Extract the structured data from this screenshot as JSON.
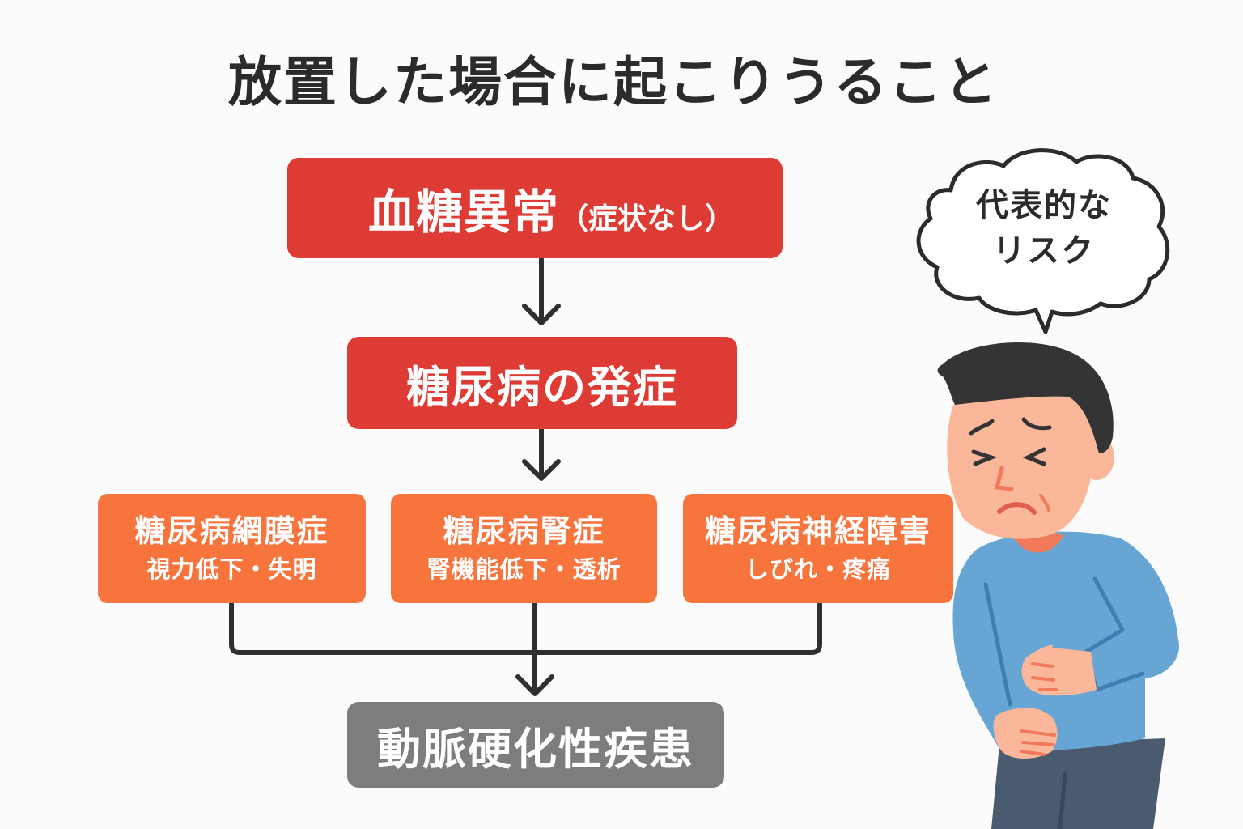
{
  "title": "放置した場合に起こりうること",
  "flow": {
    "step1": {
      "main": "血糖異常",
      "sub": "（症状なし）",
      "color": "#df3b35"
    },
    "step2": {
      "label": "糖尿病の発症",
      "color": "#df3b35"
    },
    "complications": [
      {
        "name": "糖尿病網膜症",
        "desc": "視力低下・失明",
        "color": "#f7743d"
      },
      {
        "name": "糖尿病腎症",
        "desc": "腎機能低下・透析",
        "color": "#f7743d"
      },
      {
        "name": "糖尿病神経障害",
        "desc": "しびれ・疼痛",
        "color": "#f7743d"
      }
    ],
    "outcome": {
      "label": "動脈硬化性疾患",
      "color": "#7d7d7d"
    }
  },
  "speech_bubble": {
    "line1": "代表的な",
    "line2": "リスク"
  },
  "illustration": {
    "subject": "man-holding-stomach-in-pain"
  }
}
